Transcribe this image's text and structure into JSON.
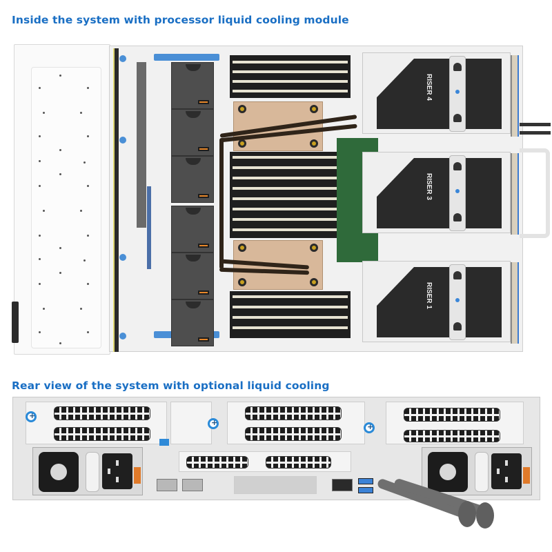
{
  "headings": {
    "inside": "Inside the system with processor liquid cooling module",
    "rear": "Rear view of the system with optional liquid cooling"
  },
  "top_view": {
    "risers": [
      {
        "name": "RISER",
        "number": "4"
      },
      {
        "name": "RISER",
        "number": "3"
      },
      {
        "name": "RISER",
        "number": "1"
      }
    ],
    "fan_count": 6,
    "processor_cold_plates": 2
  },
  "rear_view": {
    "psu_count": 2,
    "ethernet_ports": 3,
    "usb_ports": 2,
    "liquid_cooling_hoses": 2
  },
  "colors": {
    "heading": "#1a6fc4",
    "accent_blue": "#3a86d8",
    "latch_orange": "#e8882a"
  }
}
